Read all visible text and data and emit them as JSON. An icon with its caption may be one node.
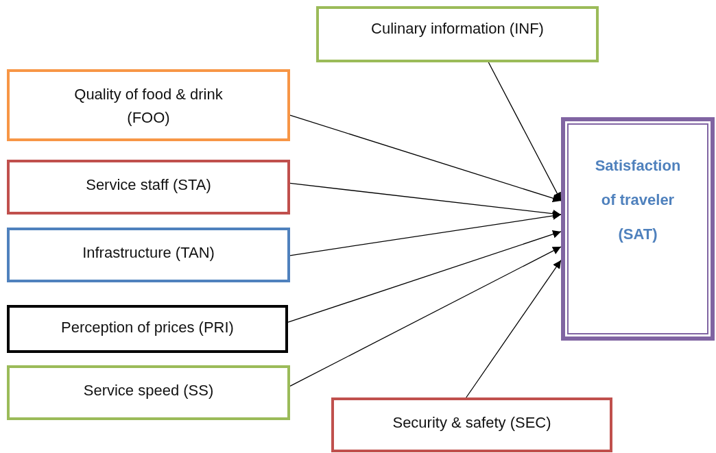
{
  "diagram": {
    "nodes": [
      {
        "text": [
          "Culinary information (INF)"
        ]
      },
      {
        "text": [
          "Quality of food & drink (FOO)"
        ]
      },
      {
        "text": [
          "Service staff (STA)"
        ]
      },
      {
        "text": [
          "Infrastructure (TAN)"
        ]
      },
      {
        "text": [
          "Perception of prices (PRI)"
        ]
      },
      {
        "text": [
          "Service speed (SS)"
        ]
      },
      {
        "text": [
          "Security & safety (SEC)"
        ]
      },
      {
        "text": [
          "Satisfaction of traveler (SAT)"
        ]
      }
    ],
    "edges": [
      {
        "from": 0,
        "to": 7,
        "arrow": "to"
      },
      {
        "from": 1,
        "to": 7,
        "arrow": "to"
      },
      {
        "from": 2,
        "to": 7,
        "arrow": "to"
      },
      {
        "from": 3,
        "to": 7,
        "arrow": "to"
      },
      {
        "from": 4,
        "to": 7,
        "arrow": "to"
      },
      {
        "from": 5,
        "to": 7,
        "arrow": "to"
      },
      {
        "from": 6,
        "to": 7,
        "arrow": "to"
      }
    ]
  }
}
